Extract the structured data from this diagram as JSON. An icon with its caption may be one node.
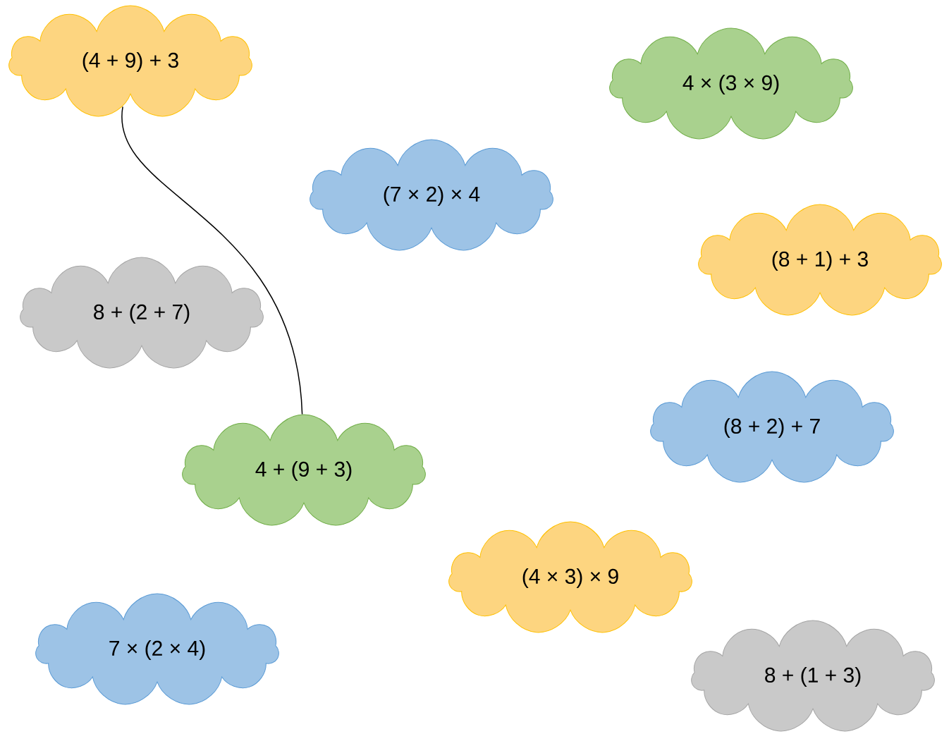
{
  "diagram": {
    "nodes": [
      {
        "text": [
          "(4 + 9) + 3"
        ]
      },
      {
        "text": [
          "4 × (3 × 9)"
        ]
      },
      {
        "text": [
          "(7 × 2) × 4"
        ]
      },
      {
        "text": [
          "(8 + 1) + 3"
        ]
      },
      {
        "text": [
          "8 + (2 + 7)"
        ]
      },
      {
        "text": [
          "(8 + 2) + 7"
        ]
      },
      {
        "text": [
          "4 + (9 + 3)"
        ]
      },
      {
        "text": [
          "(4 × 3) × 9"
        ]
      },
      {
        "text": [
          "7 × (2 × 4)"
        ]
      },
      {
        "text": [
          "8 + (1 + 3)"
        ]
      }
    ],
    "edges": [
      {
        "from": 0,
        "to": 6,
        "arrow": "none"
      }
    ]
  }
}
